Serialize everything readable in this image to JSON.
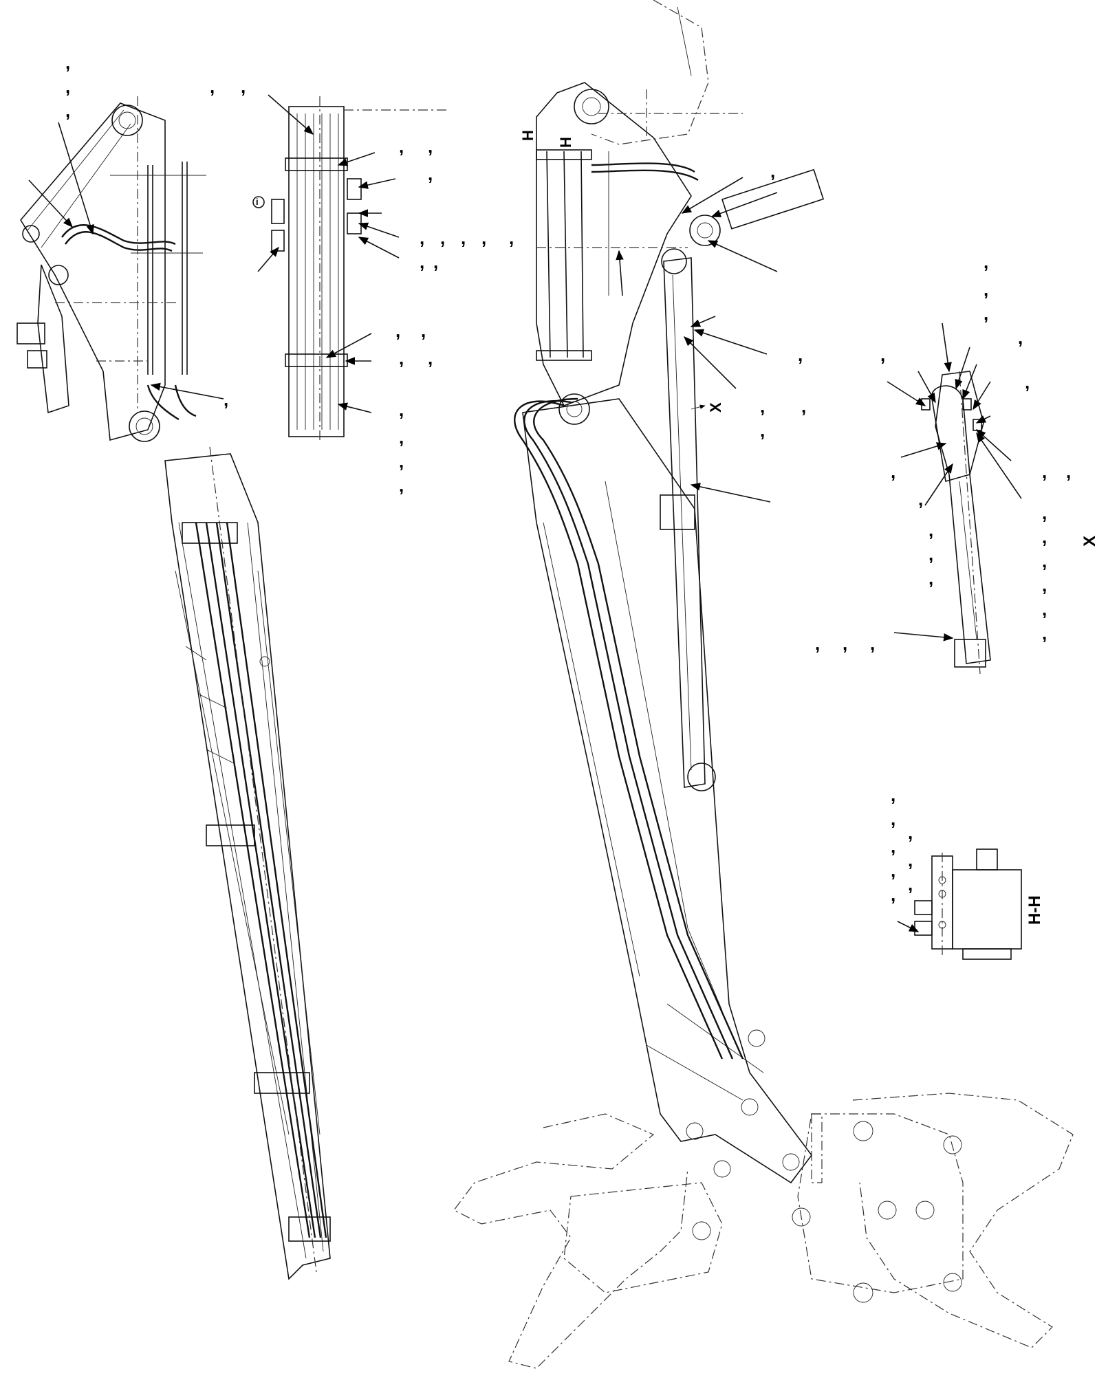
{
  "labels": {
    "section_h_top": "H",
    "section_h_bottom": "H",
    "detail_x_marker": "X",
    "detail_x_title": "X",
    "section_hh_title": "H-H",
    "callout_ref": "i"
  },
  "colors": {
    "line": "#111111",
    "background": "#ffffff"
  }
}
